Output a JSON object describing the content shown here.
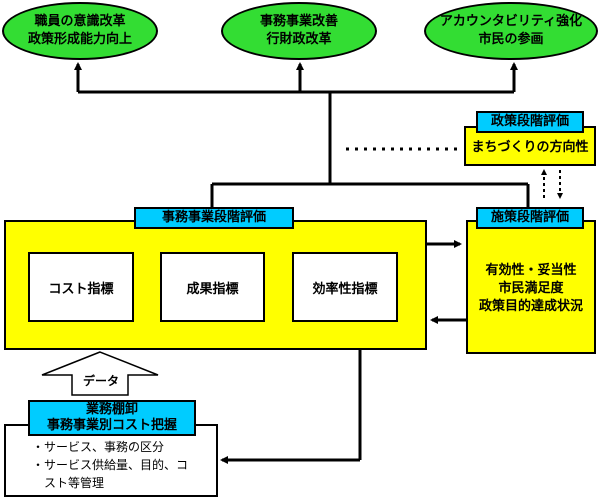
{
  "top_ovals": [
    {
      "line1": "職員の意識改革",
      "line2": "政策形成能力向上"
    },
    {
      "line1": "事務事業改善",
      "line2": "行財政改革"
    },
    {
      "line1": "アカウンタビリティ強化",
      "line2": "市民の参画"
    }
  ],
  "policy_eval": {
    "title": "政策段階評価",
    "subtitle": "まちづくりの方向性"
  },
  "project_eval": {
    "title": "事務事業段階評価",
    "indicators": [
      "コスト指標",
      "成果指標",
      "効率性指標"
    ]
  },
  "measure_eval": {
    "title": "施策段階評価",
    "lines": [
      "有効性・妥当性",
      "市民満足度",
      "政策目的達成状況"
    ]
  },
  "data_arrow_label": "データ",
  "inventory": {
    "title_line1": "業務棚卸",
    "title_line2": "事務事業別コスト把握",
    "bullets": [
      "・サービス、事務の区分",
      "・サービス供給量、目的、コ",
      "スト等管理"
    ]
  },
  "colors": {
    "oval_green": "#33dd33",
    "box_yellow": "#ffff00",
    "label_cyan": "#00ccff"
  }
}
